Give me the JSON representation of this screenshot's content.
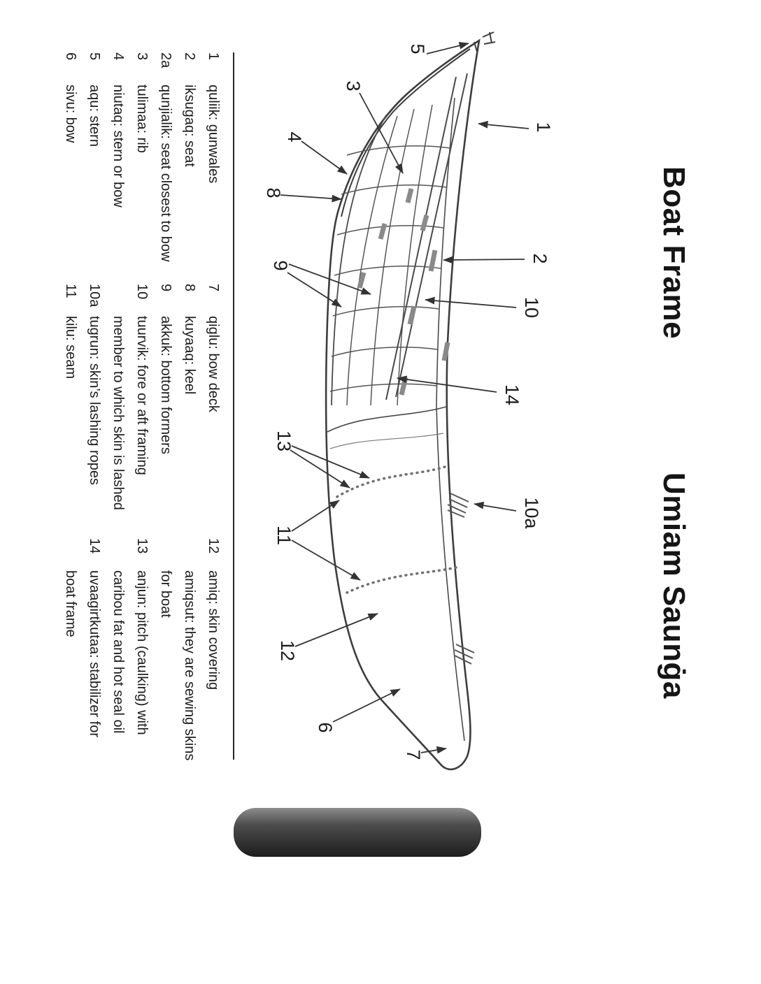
{
  "page": {
    "title_left": "Boat Frame",
    "title_right": "Umiam Saunġa"
  },
  "colors": {
    "ink": "#1c1c1c",
    "drawing_line": "#3d3d3d",
    "muted_gray": "#8a8a8a",
    "scan_bar": "#2a2a2a"
  },
  "diagram": {
    "labels": {
      "n1": "1",
      "n2": "2",
      "n3": "3",
      "n4": "4",
      "n5": "5",
      "n6": "6",
      "n7": "7",
      "n8": "8",
      "n9": "9",
      "n10": "10",
      "n10a": "10a",
      "n11": "11",
      "n12": "12",
      "n13": "13",
      "n14": "14"
    }
  },
  "legend": {
    "col1": [
      {
        "num": "1",
        "text": "quliik: gunwales"
      },
      {
        "num": "2",
        "text": "iksugaq: seat"
      },
      {
        "num": "2a",
        "text": "qunjialik: seat closest to bow"
      },
      {
        "num": "3",
        "text": "tulimaa: rib"
      },
      {
        "num": "4",
        "text": "niutaq: stern or bow"
      },
      {
        "num": "5",
        "text": "aqu: stern"
      },
      {
        "num": "6",
        "text": "sivu: bow"
      }
    ],
    "col2": [
      {
        "num": "7",
        "text": "qiglu: bow deck"
      },
      {
        "num": "8",
        "text": "kuyaaq: keel"
      },
      {
        "num": "9",
        "text": "akkuk: bottom formers"
      },
      {
        "num": "10",
        "text": "tuurvik: fore or aft framing"
      },
      {
        "num": "",
        "text": "member to which skin is lashed"
      },
      {
        "num": "10a",
        "text": "tugrun: skin’s lashing ropes"
      },
      {
        "num": "11",
        "text": "kilu: seam"
      }
    ],
    "col3": [
      {
        "num": "12",
        "text": "amiq: skin covering"
      },
      {
        "num": "",
        "text": "amiqsut: they are sewing skins"
      },
      {
        "num": "",
        "text": "for boat"
      },
      {
        "num": "13",
        "text": "anjun: pitch (caulking) with"
      },
      {
        "num": "",
        "text": "caribou fat and hot seal oil"
      },
      {
        "num": "14",
        "text": "uvaagirtkutaa: stabilizer for"
      },
      {
        "num": "",
        "text": "boat frame"
      }
    ]
  }
}
